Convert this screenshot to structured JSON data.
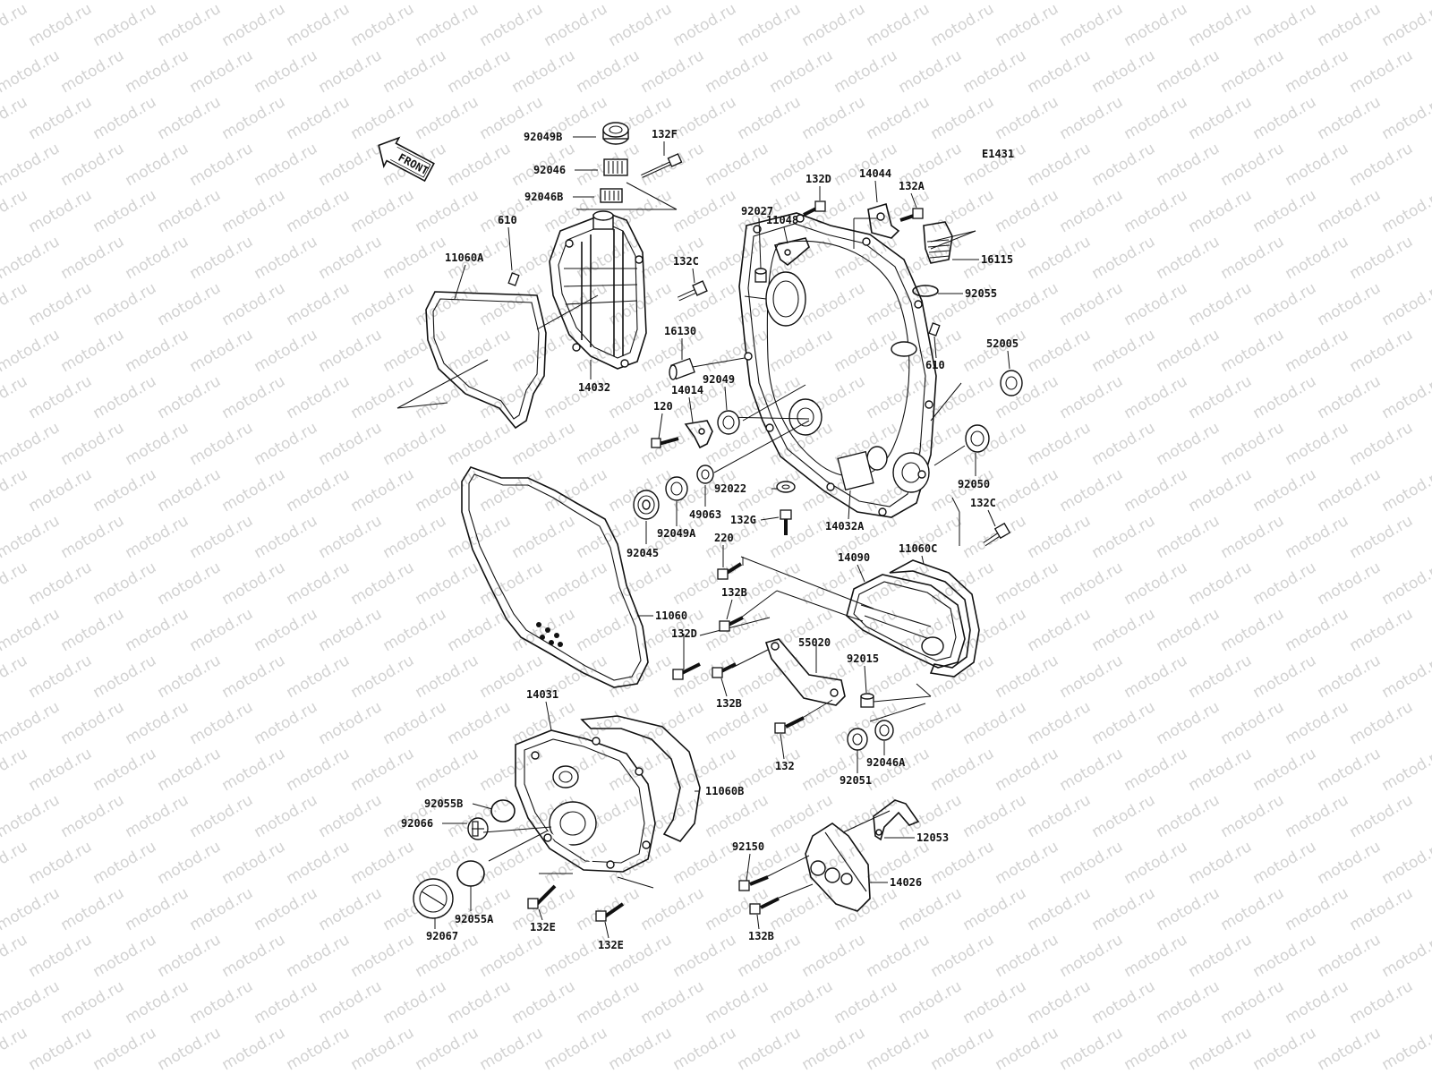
{
  "diagram": {
    "code": "E1431",
    "watermark": "motod.ru",
    "front_arrow": "FRONT",
    "labels": [
      {
        "id": "92049B",
        "text": "92049B"
      },
      {
        "id": "132F",
        "text": "132F"
      },
      {
        "id": "92046",
        "text": "92046"
      },
      {
        "id": "92046B",
        "text": "92046B"
      },
      {
        "id": "11060A",
        "text": "11060A"
      },
      {
        "id": "610a",
        "text": "610"
      },
      {
        "id": "132C-top",
        "text": "132C"
      },
      {
        "id": "14032",
        "text": "14032"
      },
      {
        "id": "16130",
        "text": "16130"
      },
      {
        "id": "14014",
        "text": "14014"
      },
      {
        "id": "120",
        "text": "120"
      },
      {
        "id": "92049",
        "text": "92049"
      },
      {
        "id": "14044",
        "text": "14044"
      },
      {
        "id": "132A",
        "text": "132A"
      },
      {
        "id": "132D-top",
        "text": "132D"
      },
      {
        "id": "11048",
        "text": "11048"
      },
      {
        "id": "92027",
        "text": "92027"
      },
      {
        "id": "16115",
        "text": "16115"
      },
      {
        "id": "92055",
        "text": "92055"
      },
      {
        "id": "610b",
        "text": "610"
      },
      {
        "id": "52005",
        "text": "52005"
      },
      {
        "id": "92050",
        "text": "92050"
      },
      {
        "id": "132C-right",
        "text": "132C"
      },
      {
        "id": "92022",
        "text": "92022"
      },
      {
        "id": "49063",
        "text": "49063"
      },
      {
        "id": "14032A",
        "text": "14032A"
      },
      {
        "id": "92045",
        "text": "92045"
      },
      {
        "id": "92049A",
        "text": "92049A"
      },
      {
        "id": "132G",
        "text": "132G"
      },
      {
        "id": "220",
        "text": "220"
      },
      {
        "id": "14090",
        "text": "14090"
      },
      {
        "id": "11060C",
        "text": "11060C"
      },
      {
        "id": "132B-a",
        "text": "132B"
      },
      {
        "id": "11060",
        "text": "11060"
      },
      {
        "id": "132D-mid",
        "text": "132D"
      },
      {
        "id": "55020",
        "text": "55020"
      },
      {
        "id": "92015",
        "text": "92015"
      },
      {
        "id": "132B-b",
        "text": "132B"
      },
      {
        "id": "14031",
        "text": "14031"
      },
      {
        "id": "132",
        "text": "132"
      },
      {
        "id": "92051",
        "text": "92051"
      },
      {
        "id": "92046A",
        "text": "92046A"
      },
      {
        "id": "11060B",
        "text": "11060B"
      },
      {
        "id": "92055B",
        "text": "92055B"
      },
      {
        "id": "92066",
        "text": "92066"
      },
      {
        "id": "12053",
        "text": "12053"
      },
      {
        "id": "92150",
        "text": "92150"
      },
      {
        "id": "14026",
        "text": "14026"
      },
      {
        "id": "92055A",
        "text": "92055A"
      },
      {
        "id": "92067",
        "text": "92067"
      },
      {
        "id": "132E-a",
        "text": "132E"
      },
      {
        "id": "132E-b",
        "text": "132E"
      },
      {
        "id": "132B-c",
        "text": "132B"
      }
    ]
  }
}
